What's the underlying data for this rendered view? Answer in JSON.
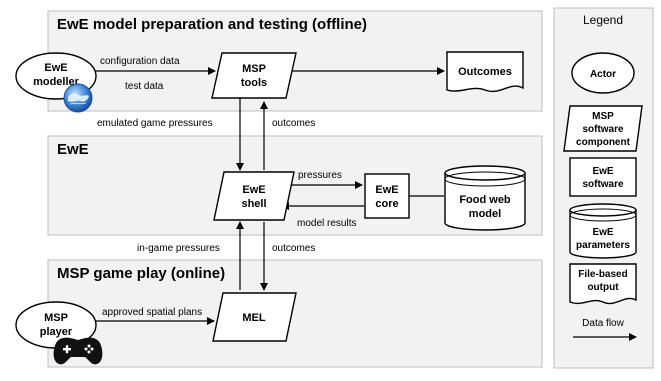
{
  "sections": {
    "offline": "EwE model preparation and testing (offline)",
    "ewe": "EwE",
    "online": "MSP game play (online)"
  },
  "nodes": {
    "ewe_modeller": [
      "EwE",
      "modeller"
    ],
    "msp_tools": [
      "MSP",
      "tools"
    ],
    "outcomes_doc": "Outcomes",
    "ewe_shell": [
      "EwE",
      "shell"
    ],
    "ewe_core": [
      "EwE",
      "core"
    ],
    "food_web_model": [
      "Food web",
      "model"
    ],
    "msp_player": [
      "MSP",
      "player"
    ],
    "mel": "MEL"
  },
  "edges": {
    "configuration_data": "configuration data",
    "test_data": "test data",
    "emulated_game_pressures": "emulated game pressures",
    "outcomes_upper": "outcomes",
    "pressures": "pressures",
    "model_results": "model results",
    "in_game_pressures": "in-game pressures",
    "outcomes_lower": "outcomes",
    "approved_spatial_plans": "approved spatial plans"
  },
  "legend": {
    "title": "Legend",
    "actor": "Actor",
    "msp_software_component": [
      "MSP",
      "software",
      "component"
    ],
    "ewe_software": [
      "EwE",
      "software"
    ],
    "ewe_parameters": [
      "EwE",
      "parameters"
    ],
    "file_based_output": [
      "File-based",
      "output"
    ],
    "data_flow": "Data flow"
  },
  "icons": {
    "modeller_badge": "globe-icon",
    "player_badge": "gamepad-icon"
  },
  "colors": {
    "section_fill": "#f2f2f2",
    "section_stroke": "#bfbfbf",
    "node_stroke": "#000000",
    "globe_blue": "#2f6fc9"
  }
}
